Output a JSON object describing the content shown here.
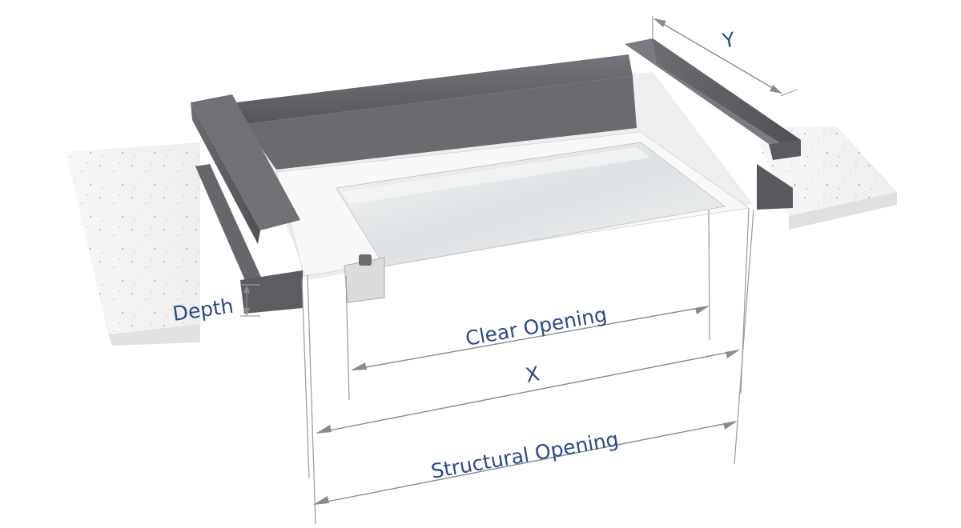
{
  "labels": {
    "depth": "Depth",
    "clear_opening": "Clear Opening",
    "x": "X",
    "structural_opening": "Structural Opening",
    "y": "Y"
  },
  "colors": {
    "label_text": "#2b4a8a",
    "dimension_line": "#8a8a8a",
    "channel_steel": "#5f6064",
    "slab": "#f2f2f2",
    "glass_panel": "#e4e6e8"
  }
}
